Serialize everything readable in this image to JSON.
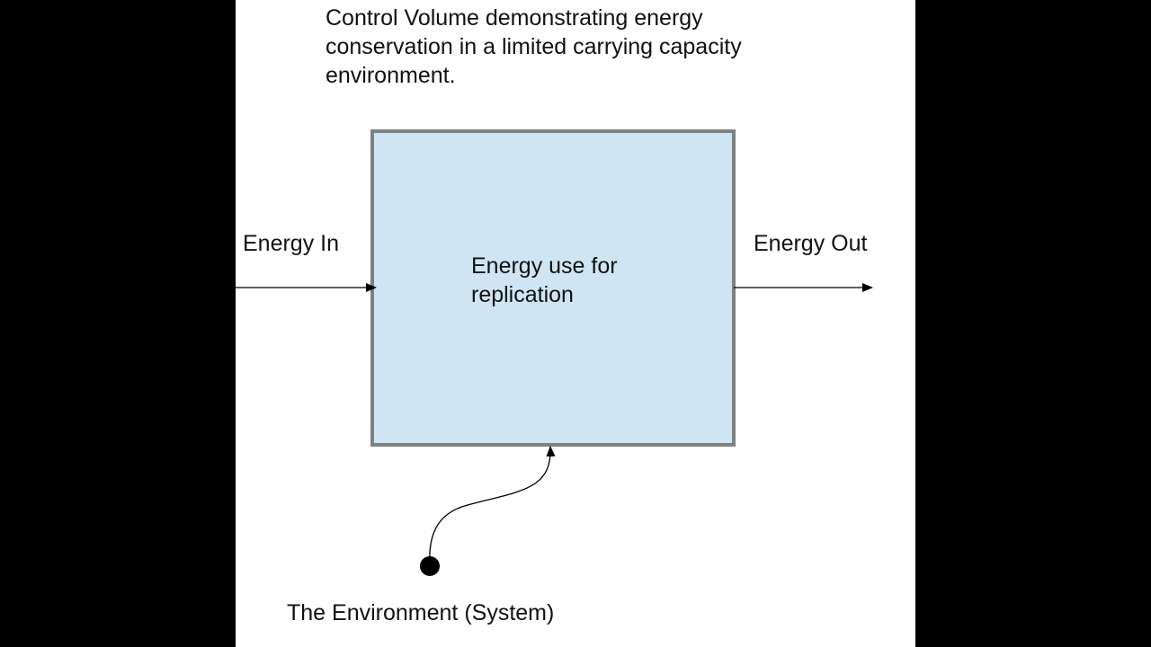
{
  "title_lines": [
    "Control Volume demonstrating energy",
    "conservation in a limited carrying capacity",
    "environment."
  ],
  "energy_in_label": "Energy In",
  "energy_out_label": "Energy Out",
  "process_label_lines": [
    "Energy use for",
    "replication"
  ],
  "environment_label": "The Environment (System)",
  "colors": {
    "background_outer": "#000000",
    "panel": "#ffffff",
    "box_fill": "#cfe5f3",
    "box_stroke": "#808080",
    "ink": "#000000"
  }
}
